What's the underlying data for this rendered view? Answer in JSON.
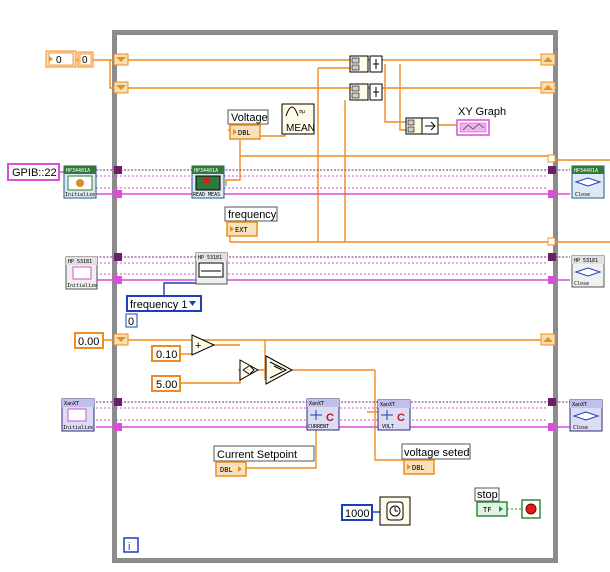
{
  "constants": {
    "loop_init": "0",
    "loop_indicator": "0",
    "gpib_address": "GPIB::22",
    "current_init": "0.00",
    "step": "0.10",
    "limit": "5.00",
    "wait_ms": "1000",
    "freq_index": "0"
  },
  "labels": {
    "voltage": "Voltage",
    "voltage_type": "DBL",
    "mean": "MEAN",
    "xy_graph": "XY Graph",
    "frequency": "frequency",
    "frequency_type": "EXT",
    "frequency_select": "frequency 1",
    "current_setpoint": "Current Setpoint",
    "current_type": "DBL",
    "voltage_seted": "voltage seted",
    "voltage_seted_type": "DBL",
    "stop": "stop",
    "stop_type": "TF",
    "info": "i"
  },
  "instruments": {
    "hp34401a_init": {
      "name": "HP34401A",
      "action": "Initialize"
    },
    "hp34401a_read": {
      "name": "HP34401A",
      "action": "READ MEAS"
    },
    "hp34401a_close": {
      "name": "HP34401A",
      "action": "Close"
    },
    "hp53181_init": {
      "name": "HP 53181",
      "action": "Initialize"
    },
    "hp53181_read": {
      "name": "HP 53181",
      "action": ""
    },
    "hp53181_close": {
      "name": "HP 53181",
      "action": "Close"
    },
    "xant_init": {
      "name": "XanXT",
      "action": "Initialize"
    },
    "xant_current": {
      "name": "XanXT",
      "action": "CURRENT"
    },
    "xant_volt": {
      "name": "XanXT",
      "action": "VOLT"
    },
    "xant_close": {
      "name": "XanXT",
      "action": "Close"
    }
  },
  "colors": {
    "numeric_wire": "#f08c1e",
    "error_wire": "#d94fd6",
    "refnum_wire": "#7a2a7a",
    "boolean_wire": "#2f8a3a",
    "loop_border": "#8c8c8c"
  }
}
